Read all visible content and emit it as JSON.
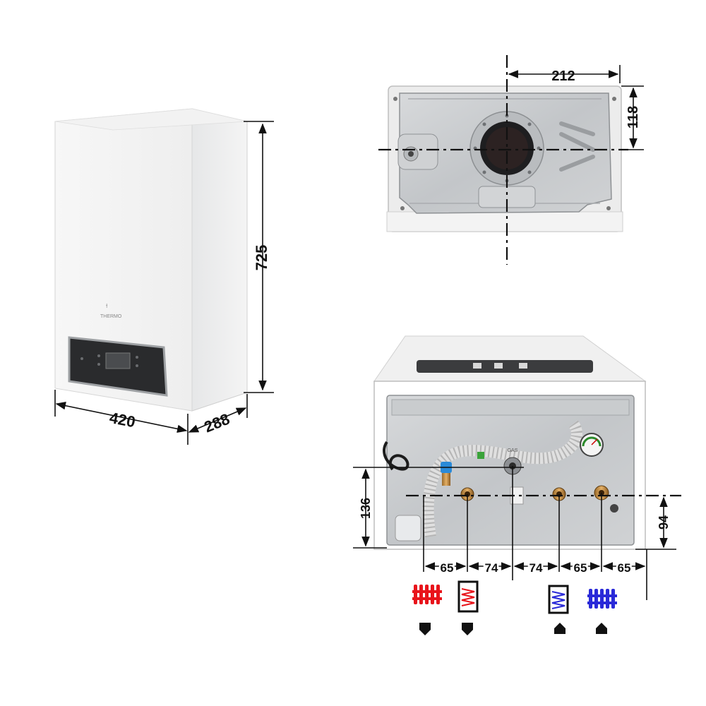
{
  "boiler_front": {
    "brand_text": "THERMO",
    "dimensions": {
      "width": "420",
      "depth": "288",
      "height": "725"
    }
  },
  "top_view": {
    "dimensions": {
      "horizontal": "212",
      "vertical": "118"
    }
  },
  "bottom_view": {
    "gas_label": "GAS",
    "dimensions": {
      "left_height": "136",
      "right_height": "94",
      "spacings": [
        "65",
        "74",
        "74",
        "65",
        "65"
      ]
    },
    "connections": [
      {
        "id": "heating-flow",
        "icon": "radiator-icon",
        "color": "#e8141b",
        "direction": "out"
      },
      {
        "id": "hot-water-out",
        "icon": "coil-hot-icon",
        "color": "#e8141b",
        "direction": "out"
      },
      {
        "id": "cold-water-in",
        "icon": "coil-cold-icon",
        "color": "#2a2ad8",
        "direction": "in"
      },
      {
        "id": "heating-return",
        "icon": "radiator-icon",
        "color": "#2a2ad8",
        "direction": "in"
      }
    ]
  }
}
